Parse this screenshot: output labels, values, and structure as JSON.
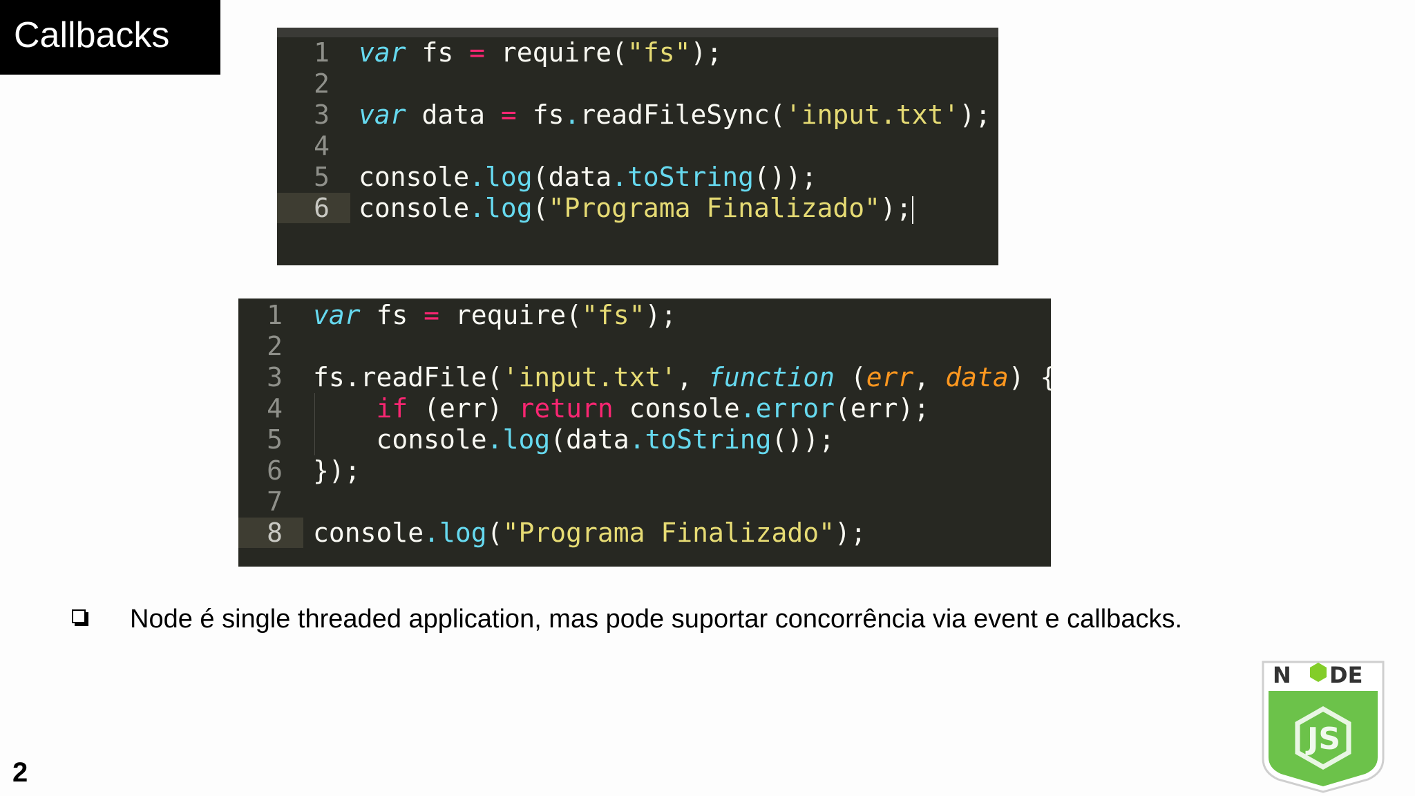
{
  "slide": {
    "title": "Callbacks",
    "page_number": "2",
    "bullet": "Node é single threaded application, mas pode suportar concorrência via event e callbacks."
  },
  "code_sync": {
    "line_numbers": [
      "1",
      "2",
      "3",
      "4",
      "5",
      "6"
    ],
    "active_line": "6",
    "lines": [
      "var fs = require(\"fs\");",
      "",
      "var data = fs.readFileSync('input.txt');",
      "",
      "console.log(data.toString());",
      "console.log(\"Programa Finalizado\");"
    ]
  },
  "code_async": {
    "line_numbers": [
      "1",
      "2",
      "3",
      "4",
      "5",
      "6",
      "7",
      "8"
    ],
    "active_line": "8",
    "lines": [
      "var fs = require(\"fs\");",
      "",
      "fs.readFile('input.txt', function (err, data) {",
      "    if (err) return console.error(err);",
      "    console.log(data.toString());",
      "});",
      "",
      "console.log(\"Programa Finalizado\");"
    ]
  },
  "logo": {
    "text_top": "NODE",
    "text_badge": "JS",
    "colors": {
      "green": "#6cc24a",
      "dark": "#333333",
      "hex_green": "#83cd29"
    },
    "icon": "nodejs-logo-icon"
  },
  "theme": {
    "editor_bg": "#272822",
    "keyword": "#66d9ef",
    "operator": "#f92672",
    "string": "#e6db74",
    "param": "#fd971f"
  }
}
